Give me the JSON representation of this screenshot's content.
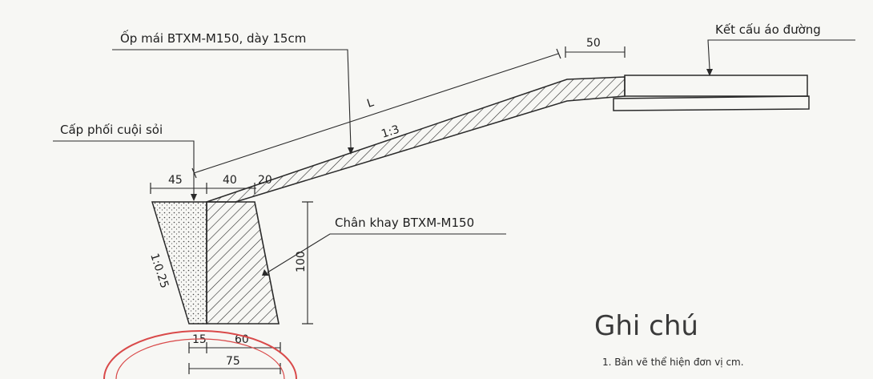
{
  "labels": {
    "op_mai": "Ốp mái BTXM-M150, dày 15cm",
    "ket_cau": "Kết cấu áo đường",
    "cap_phoi": "Cấp phối cuội sỏi",
    "chan_khay": "Chân khay BTXM-M150"
  },
  "dimensions": {
    "top_45": "45",
    "top_40": "40",
    "top_20": "20",
    "height_100": "100",
    "bottom_15": "15",
    "bottom_60": "60",
    "bottom_75": "75",
    "top_50": "50",
    "length_L": "L",
    "slope_1_3": "1:3",
    "batter_1_025": "1:0.25"
  },
  "notes": {
    "title": "Ghi chú",
    "items": [
      "1. Bản vẽ thể hiện đơn vị cm."
    ]
  },
  "colors": {
    "ink": "#2a2a2a",
    "stamp": "#d94a4a",
    "paper": "#f7f7f4"
  }
}
